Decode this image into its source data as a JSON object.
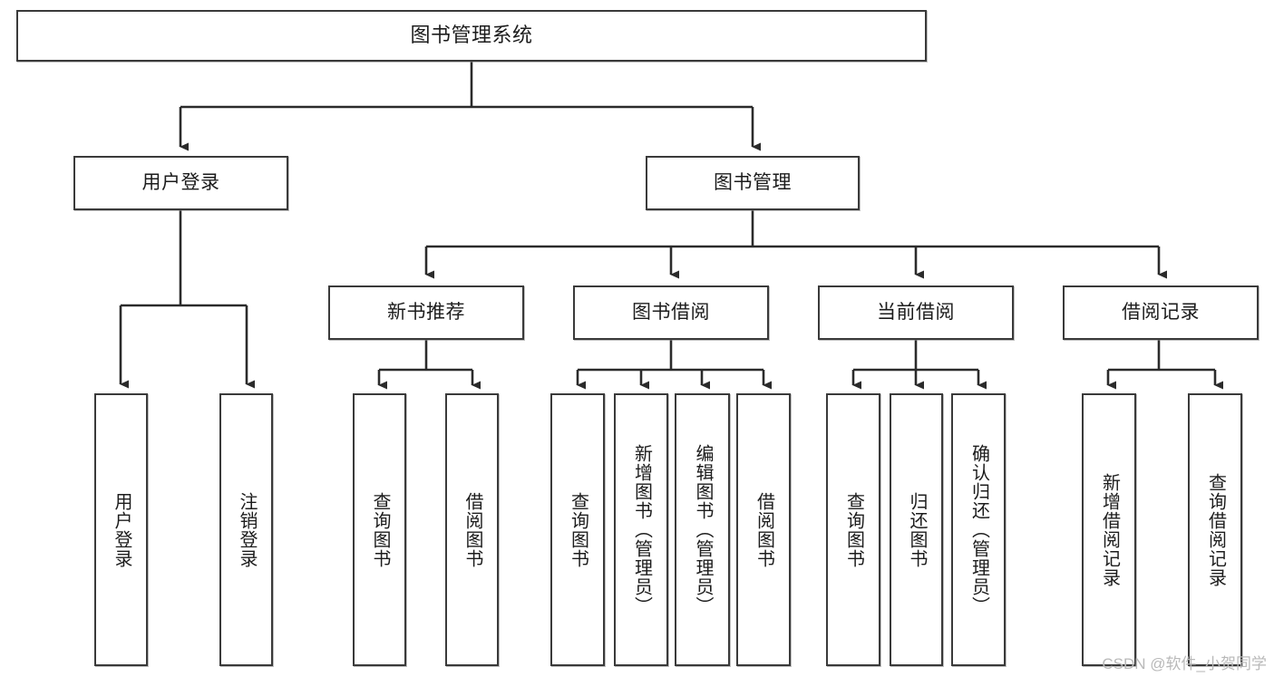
{
  "diagram": {
    "type": "tree-hierarchy",
    "orientation": "top-down",
    "title": "图书管理系统",
    "colors": {
      "box_border": "#3a3a3a",
      "box_fill": "#ffffff",
      "connector": "#2b2b2b",
      "text": "#1c1c1c",
      "watermark": "#b9b9b9",
      "canvas": "#ffffff"
    }
  },
  "root": {
    "label": "图书管理系统"
  },
  "level1": [
    {
      "label": "用户登录"
    },
    {
      "label": "图书管理"
    }
  ],
  "level2": [
    {
      "label": "新书推荐"
    },
    {
      "label": "图书借阅"
    },
    {
      "label": "当前借阅"
    },
    {
      "label": "借阅记录"
    }
  ],
  "leaves": {
    "user_login": [
      {
        "label": "用户登录"
      },
      {
        "label": "注销登录"
      }
    ],
    "new_book_recommend": [
      {
        "label": "查询图书"
      },
      {
        "label": "借阅图书"
      }
    ],
    "book_borrow": [
      {
        "label": "查询图书"
      },
      {
        "label": "新增图书（管理员）"
      },
      {
        "label": "编辑图书（管理员）"
      },
      {
        "label": "借阅图书"
      }
    ],
    "current_borrow": [
      {
        "label": "查询图书"
      },
      {
        "label": "归还图书"
      },
      {
        "label": "确认归还（管理员）"
      }
    ],
    "borrow_record": [
      {
        "label": "新增借阅记录"
      },
      {
        "label": "查询借阅记录"
      }
    ]
  },
  "watermark": {
    "text": "CSDN @软件_小贺同学"
  }
}
